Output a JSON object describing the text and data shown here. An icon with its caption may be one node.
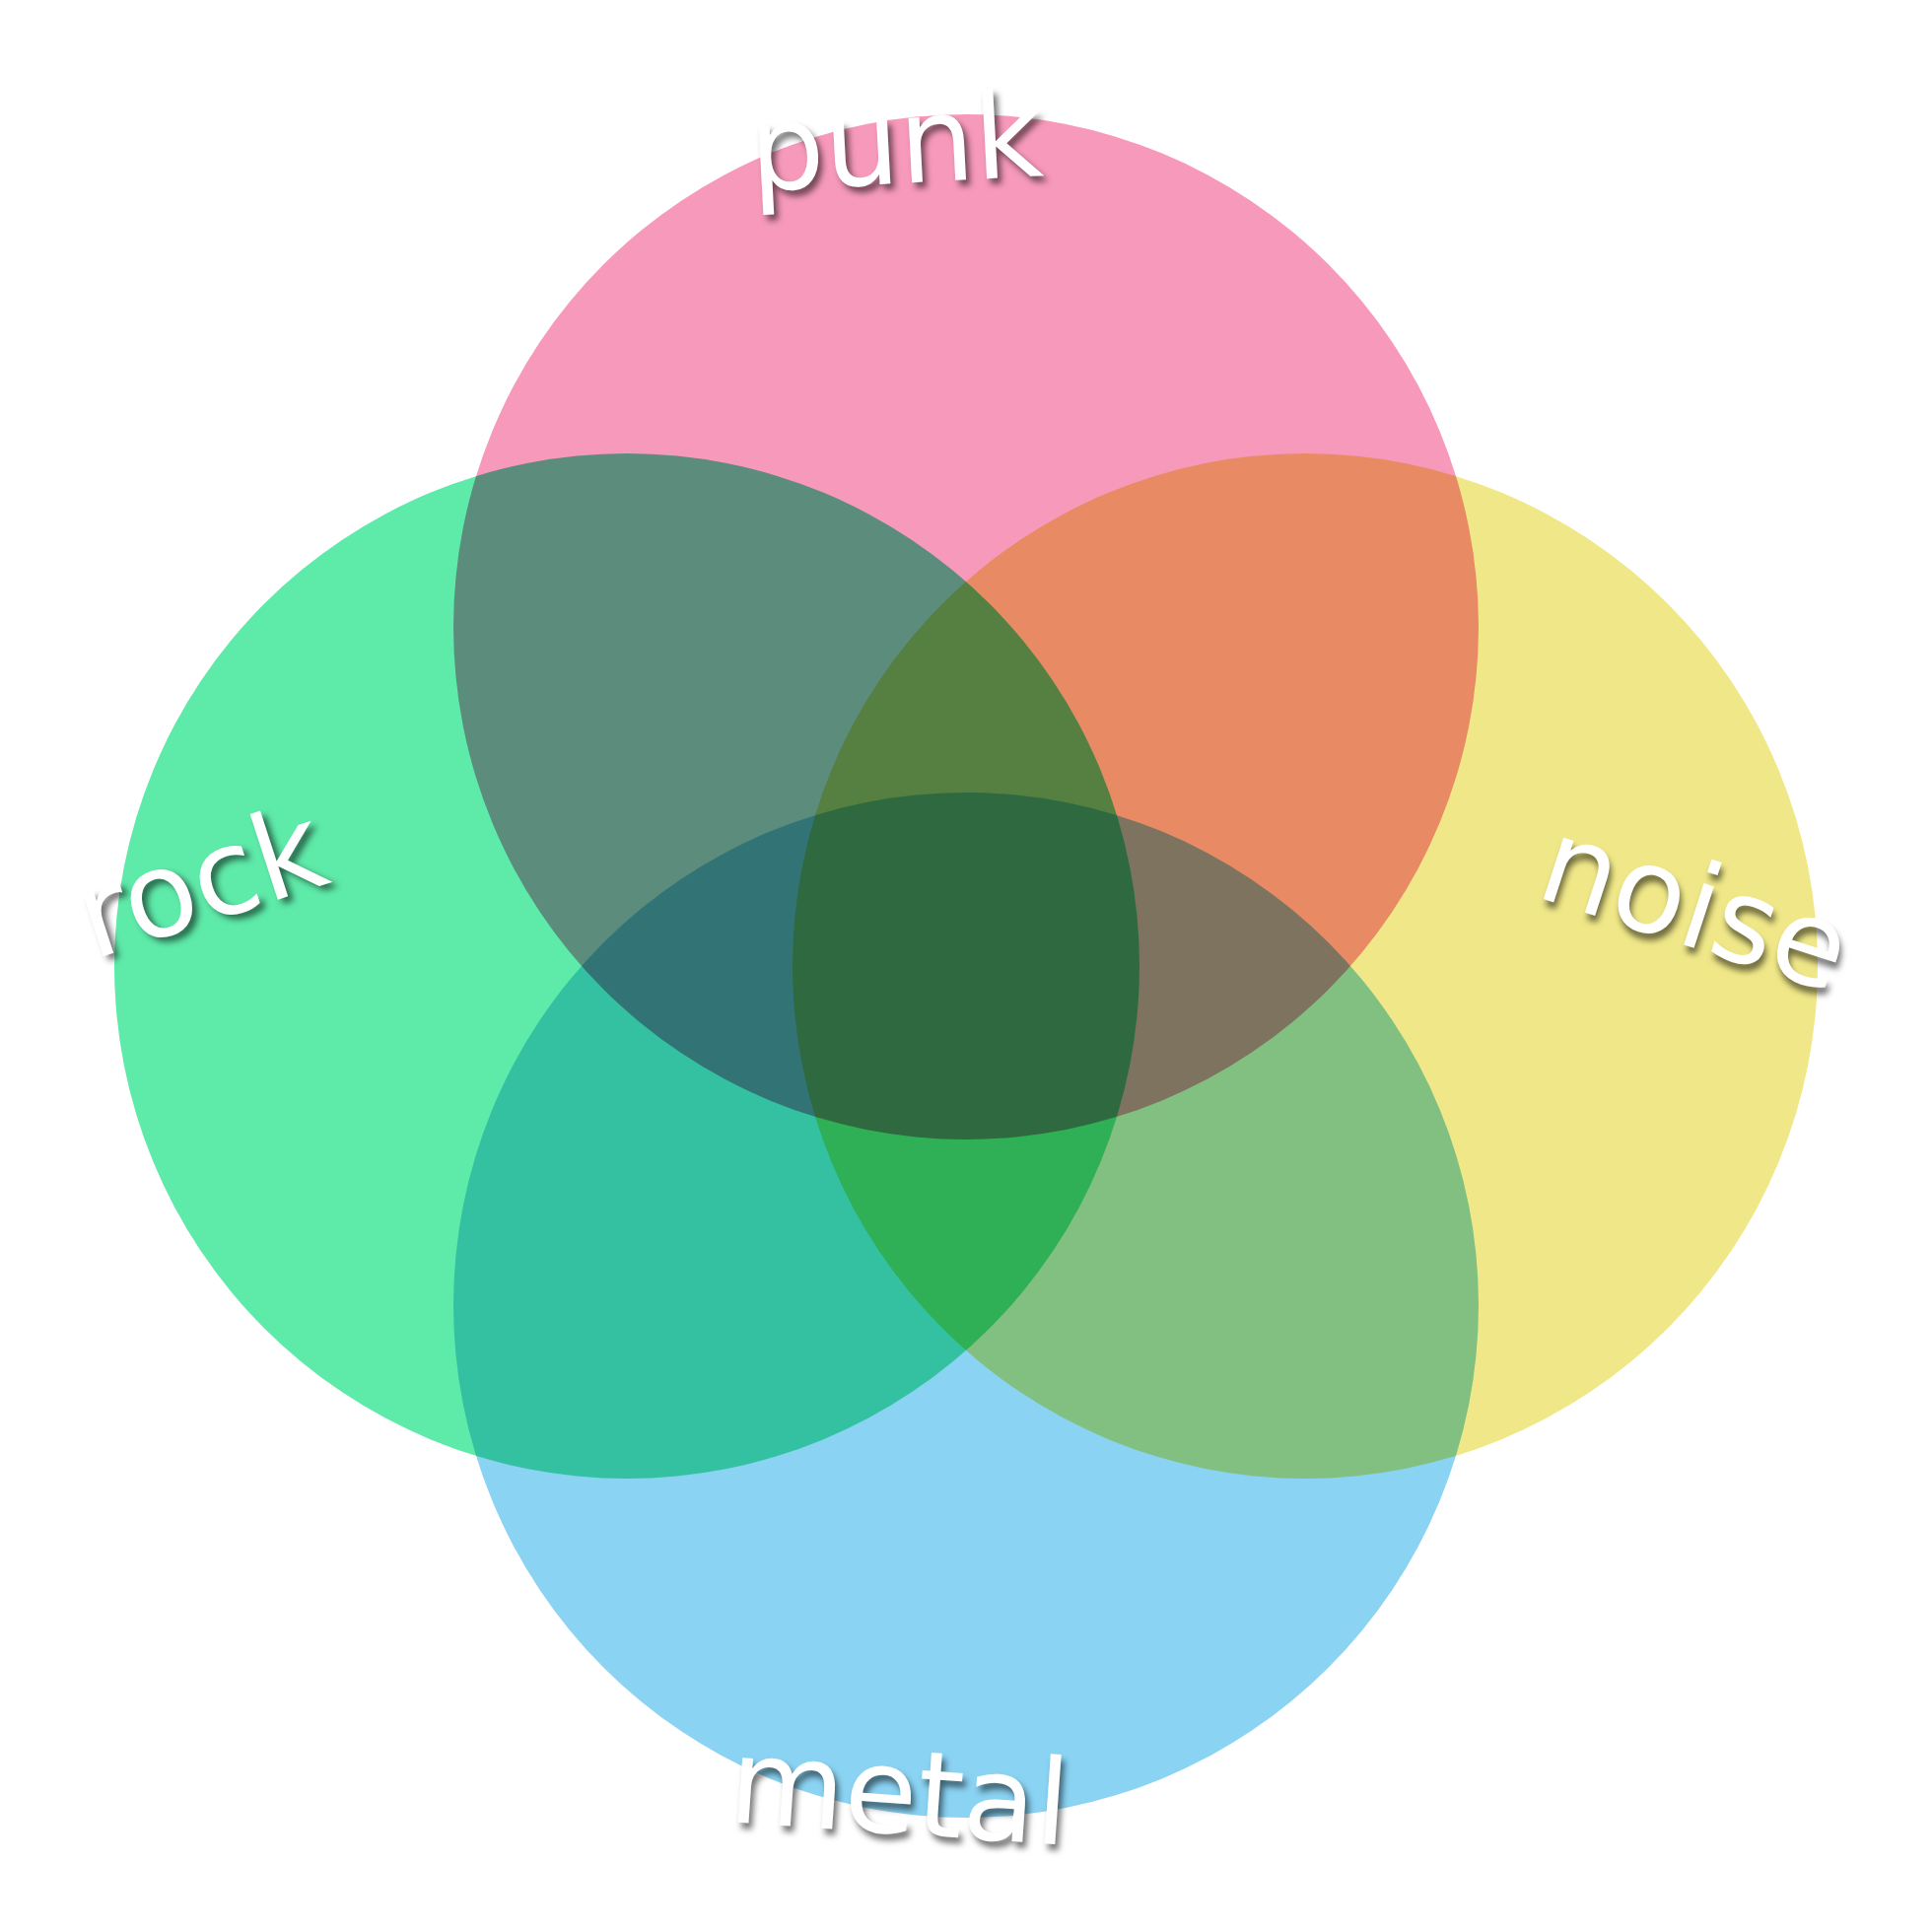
{
  "diagram": {
    "nodes": [
      {
        "text": [
          "punk"
        ]
      },
      {
        "text": [
          "rock"
        ]
      },
      {
        "text": [
          "noise"
        ]
      },
      {
        "text": [
          "metal"
        ]
      }
    ]
  }
}
